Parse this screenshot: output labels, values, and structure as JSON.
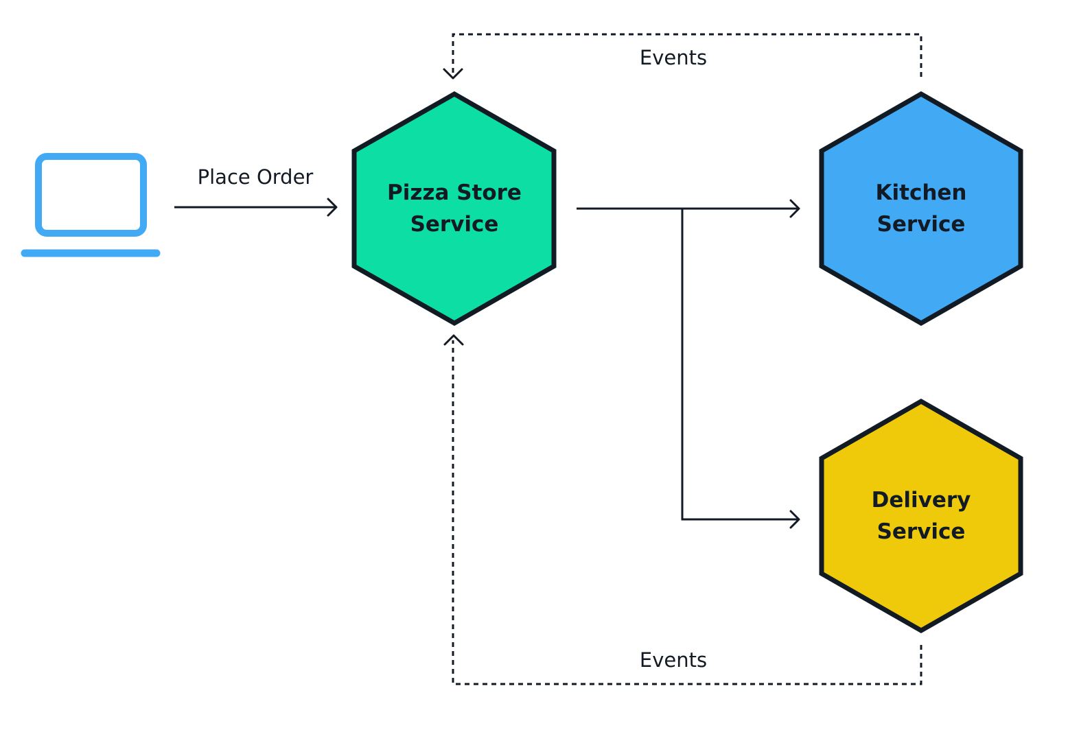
{
  "diagram": {
    "client": {
      "icon": "laptop-icon",
      "color": "#42aaf5"
    },
    "edges": {
      "place_order": "Place Order",
      "events_top": "Events",
      "events_bottom": "Events"
    },
    "nodes": {
      "pizza_store": {
        "line1": "Pizza Store",
        "line2": "Service",
        "color": "#0ddea3"
      },
      "kitchen": {
        "line1": "Kitchen",
        "line2": "Service",
        "color": "#42aaf5"
      },
      "delivery": {
        "line1": "Delivery",
        "line2": "Service",
        "color": "#eeca0a"
      }
    }
  }
}
